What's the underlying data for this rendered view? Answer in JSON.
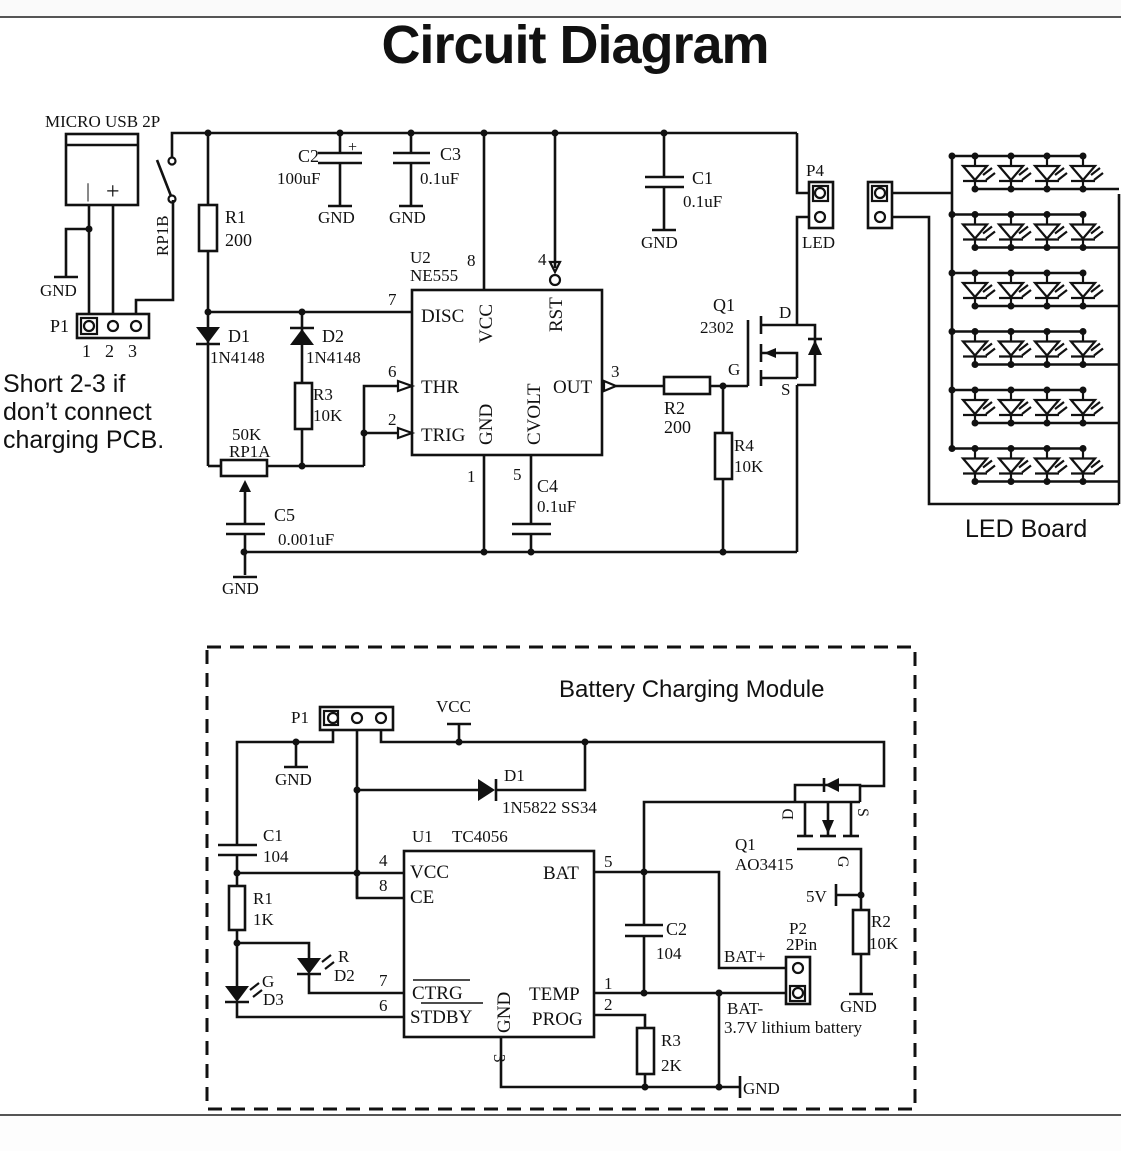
{
  "title": "Circuit Diagram",
  "main_circuit": {
    "usb": {
      "label": "MICRO USB 2P",
      "minus": "|",
      "plus": "+"
    },
    "gnd": "GND",
    "p1": {
      "label": "P1",
      "pins": [
        "1",
        "2",
        "3"
      ]
    },
    "note": [
      "Short 2-3 if",
      "don’t connect",
      "charging PCB."
    ],
    "switch": {
      "label": "RP1B"
    },
    "r1": {
      "name": "R1",
      "value": "200"
    },
    "c2": {
      "name": "C2",
      "value": "100uF",
      "polarity": "+"
    },
    "c3": {
      "name": "C3",
      "value": "0.1uF"
    },
    "c1": {
      "name": "C1",
      "value": "0.1uF"
    },
    "d1": {
      "name": "D1",
      "value": "1N4148"
    },
    "d2": {
      "name": "D2",
      "value": "1N4148"
    },
    "r3": {
      "name": "R3",
      "value": "10K"
    },
    "rp1a": {
      "name": "RP1A",
      "value": "50K"
    },
    "c5": {
      "name": "C5",
      "value": "0.001uF"
    },
    "u2": {
      "name": "U2",
      "part": "NE555",
      "pins": {
        "disc": "DISC",
        "vcc": "VCC",
        "rst": "RST",
        "thr": "THR",
        "trig": "TRIG",
        "gnd": "GND",
        "cvolt": "CVOLT",
        "out": "OUT"
      },
      "pin_numbers": {
        "disc": "7",
        "vcc": "8",
        "rst": "4",
        "thr": "6",
        "trig": "2",
        "gnd": "1",
        "cvolt": "5",
        "out": "3"
      }
    },
    "c4": {
      "name": "C4",
      "value": "0.1uF"
    },
    "r2": {
      "name": "R2",
      "value": "200"
    },
    "r4": {
      "name": "R4",
      "value": "10K"
    },
    "q1": {
      "name": "Q1",
      "part": "2302",
      "d": "D",
      "g": "G",
      "s": "S"
    },
    "p4": {
      "name": "P4",
      "label": "LED"
    },
    "led_board": {
      "label": "LED Board",
      "rows": 6,
      "cols": 4
    }
  },
  "charging_module": {
    "title": "Battery Charging Module",
    "p1": "P1",
    "vcc": "VCC",
    "gnd": "GND",
    "d1": {
      "name": "D1",
      "value": "1N5822 SS34"
    },
    "c1": {
      "name": "C1",
      "value": "104"
    },
    "r1": {
      "name": "R1",
      "value": "1K"
    },
    "d2": {
      "name": "D2",
      "color": "R"
    },
    "d3": {
      "name": "D3",
      "color": "G"
    },
    "u1": {
      "name": "U1",
      "part": "TC4056",
      "pins": {
        "vcc": "VCC",
        "ce": "CE",
        "bat": "BAT",
        "ctrg": "CTRG",
        "stdby": "STDBY",
        "gnd": "GND",
        "temp": "TEMP",
        "prog": "PROG"
      },
      "pin_numbers": {
        "vcc": "4",
        "ce": "8",
        "bat": "5",
        "ctrg": "7",
        "stdby": "6",
        "gnd": "3",
        "temp": "1",
        "prog": "2"
      }
    },
    "c2": {
      "name": "C2",
      "value": "104"
    },
    "r3": {
      "name": "R3",
      "value": "2K"
    },
    "q1": {
      "name": "Q1",
      "part": "AO3415",
      "d": "D",
      "s": "S",
      "g": "G"
    },
    "five_v": "5V",
    "r2": {
      "name": "R2",
      "value": "10K"
    },
    "p2": {
      "name": "P2",
      "value": "2Pin"
    },
    "bat_plus": "BAT+",
    "bat_minus": "BAT-",
    "battery": "3.7V lithium battery"
  }
}
